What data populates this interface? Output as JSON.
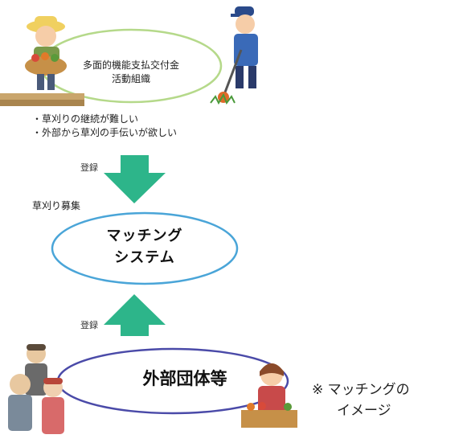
{
  "top_org": {
    "name_line1": "多面的機能支払交付金",
    "name_line2": "活動組織"
  },
  "issues": [
    "・草刈りの継続が難しい",
    "・外部から草刈の手伝いが欲しい"
  ],
  "register_top": "登録",
  "recruit_label": "草刈り募集",
  "matching_system": {
    "line1": "マッチング",
    "line2": "システム"
  },
  "register_bottom": "登録",
  "external_groups": "外部団体等",
  "note": {
    "line1": "※ マッチングの",
    "line2": "イメージ"
  },
  "colors": {
    "top_ellipse": "#b5d98a",
    "center_ellipse": "#4aa5d8",
    "bottom_ellipse": "#4a4aa8",
    "arrow": "#2db58a"
  },
  "illustrations": {
    "top_left": "farmer-with-vegetable-basket",
    "top_right": "farmer-with-grass-trimmer",
    "bottom_left": "group-of-people",
    "bottom_right": "vegetable-vendor"
  }
}
